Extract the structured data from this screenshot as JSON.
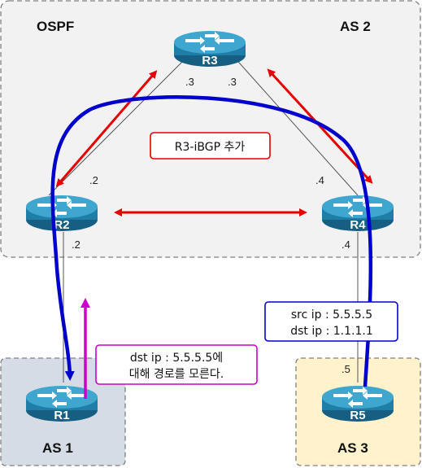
{
  "areas": {
    "as2_box": "OSPF",
    "as2_name": "AS 2",
    "as1_name": "AS 1",
    "as3_name": "AS 3"
  },
  "routers": {
    "r1": "R1",
    "r2": "R2",
    "r3": "R3",
    "r4": "R4",
    "r5": "R5"
  },
  "interfaces": {
    "r3_left": ".3",
    "r3_right": ".3",
    "r2_top": ".2",
    "r2_bottom": ".2",
    "r4_top": ".4",
    "r4_bottom": ".4",
    "r5_top": ".5"
  },
  "callouts": {
    "ibgp": "R3-iBGP 추가",
    "route_unknown_line1": "dst ip : 5.5.5.5에",
    "route_unknown_line2": "대해 경로를 모른다.",
    "packet_src": "src ip : 5.5.5.5",
    "packet_dst": "dst ip : 1.1.1.1"
  },
  "colors": {
    "as2_fill": "#f2f2f2",
    "as1_fill": "#d6dce5",
    "as3_fill": "#fff2cc",
    "router_body": "#1f7ea8",
    "router_top": "#3fa7cf",
    "ibgp_arrow": "#e60000",
    "packet_path": "#0000cc",
    "unknown_arrow": "#cc00cc"
  }
}
